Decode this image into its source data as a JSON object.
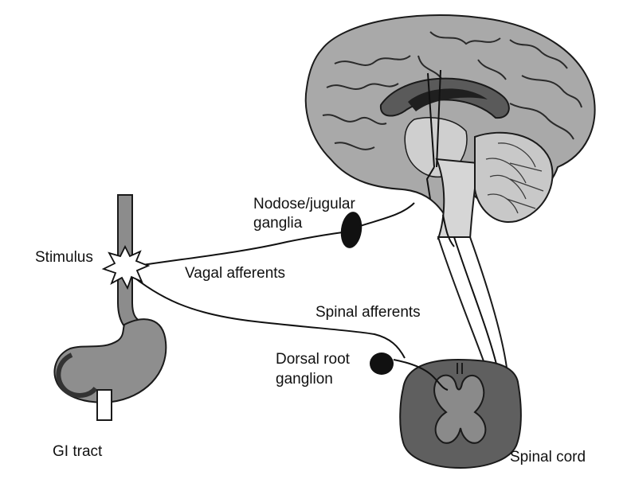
{
  "labels": {
    "nodose_line1": "Nodose/jugular",
    "nodose_line2": "ganglia",
    "stimulus": "Stimulus",
    "vagal_afferents": "Vagal afferents",
    "spinal_afferents": "Spinal afferents",
    "dorsal_root_line1": "Dorsal root",
    "dorsal_root_line2": "ganglion",
    "gi_tract": "GI tract",
    "spinal_cord": "Spinal cord"
  },
  "colors": {
    "tissue_gray": "#a8a8a8",
    "dark_gray": "#5c5c5c",
    "outline": "#1a1a1a",
    "ganglion": "#111111"
  }
}
